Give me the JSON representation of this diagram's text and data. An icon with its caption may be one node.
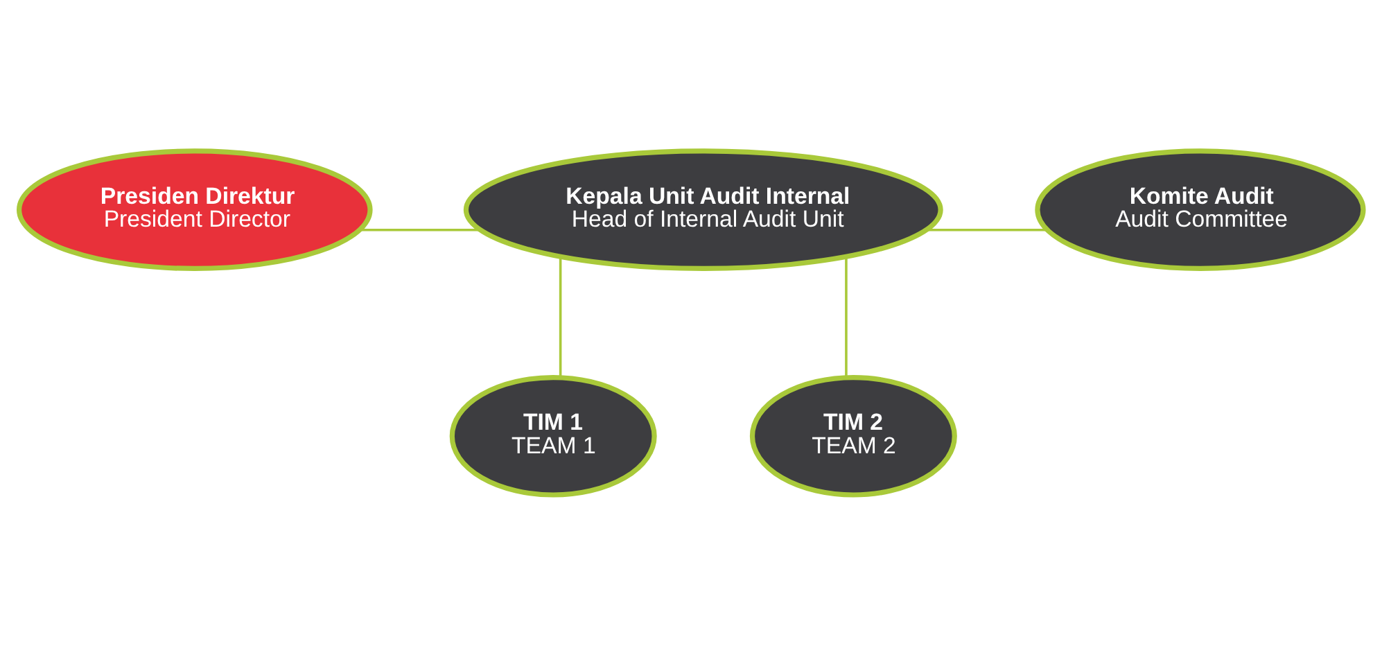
{
  "diagram": {
    "nodes": [
      {
        "text": [
          "Presiden Direktur",
          "President Director"
        ]
      },
      {
        "text": [
          "Kepala Unit Audit Internal",
          "Head of Internal Audit Unit"
        ]
      },
      {
        "text": [
          "Komite Audit",
          "Audit Committee"
        ]
      },
      {
        "text": [
          "TIM 1",
          "TEAM 1"
        ]
      },
      {
        "text": [
          "TIM 2",
          "TEAM 2"
        ]
      }
    ],
    "edges": [
      {
        "from": 0,
        "to": 1,
        "arrow": "none"
      },
      {
        "from": 2,
        "to": 1,
        "arrow": "none"
      },
      {
        "from": 1,
        "to": 3,
        "arrow": "none"
      },
      {
        "from": 1,
        "to": 4,
        "arrow": "none"
      }
    ]
  }
}
